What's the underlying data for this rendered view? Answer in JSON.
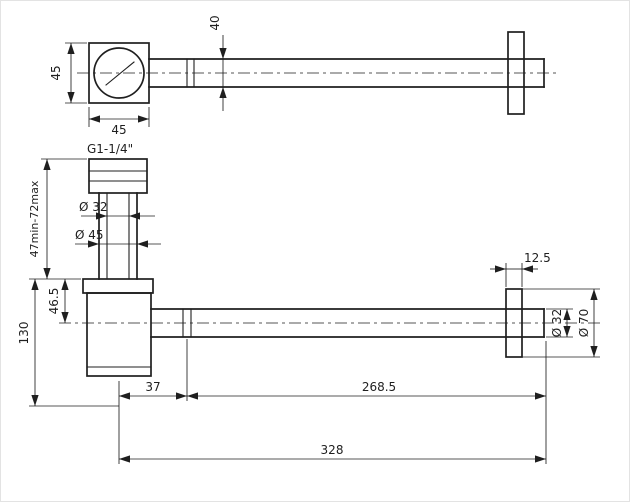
{
  "colors": {
    "background": "#ffffff",
    "line": "#1f1f1f"
  },
  "dimensions": {
    "top_view": {
      "plate_width": "45",
      "plate_depth": "45",
      "tube_od": "40"
    },
    "front_view": {
      "thread": "G1-1/4\"",
      "tailpiece_id": "Ø 32",
      "tailpiece_od": "Ø 45",
      "adjustment_range": "47min-72max",
      "inlet_to_axis": "46.5",
      "overall_height": "130",
      "flange_thickness": "12.5",
      "outlet_od": "Ø 32",
      "flange_od": "Ø 70",
      "body_offset": "37",
      "outlet_length": "268.5",
      "overall_length": "328"
    }
  }
}
